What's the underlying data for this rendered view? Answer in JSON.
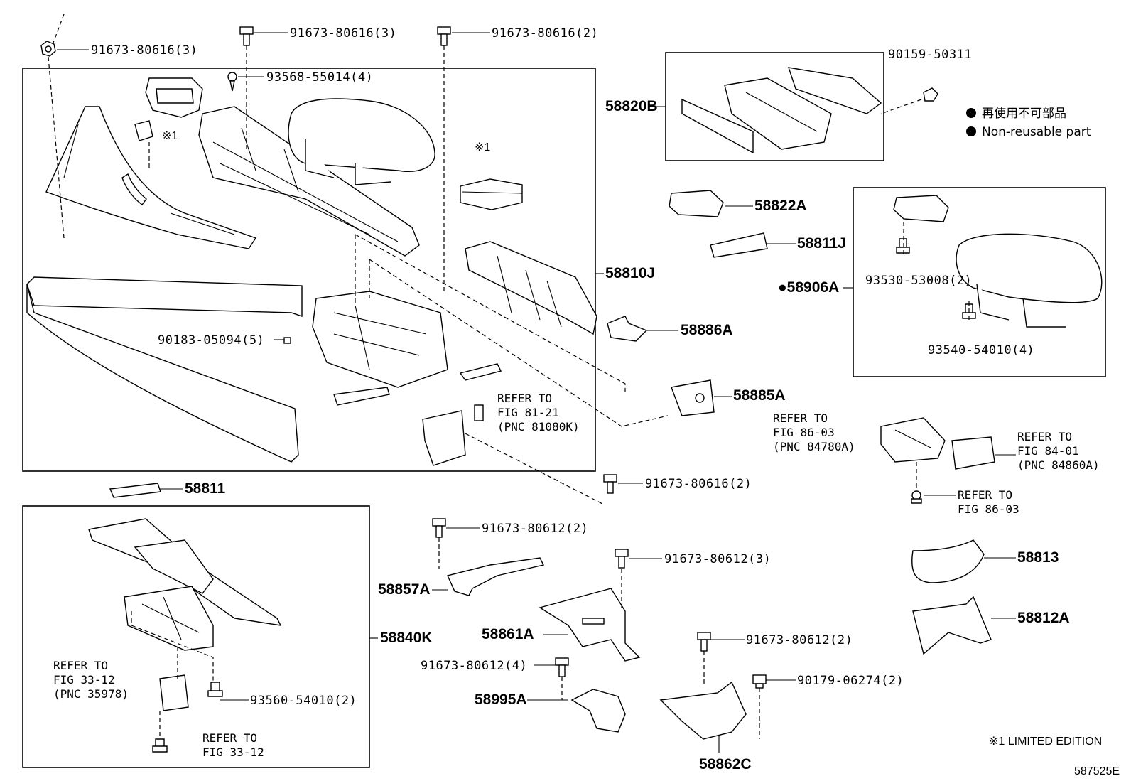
{
  "legend": {
    "jp_text": "再使用不可部品",
    "en_text": "Non-reusable part",
    "note": "※1 LIMITED EDITION",
    "figure_code": "587525E"
  },
  "symbols": {
    "star1_a": "※1",
    "star1_b": "※1"
  },
  "labels": {
    "p_91673_80616_3a": "91673-80616(3)",
    "p_91673_80616_3b": "91673-80616(3)",
    "p_91673_80616_2a": "91673-80616(2)",
    "p_93568_55014_4": "93568-55014(4)",
    "p_90159_50311": "90159-50311",
    "p_58820B": "58820B",
    "p_58822A": "58822A",
    "p_58811J": "58811J",
    "p_58906A": "●58906A",
    "p_93530_53008_2": "93530-53008(2)",
    "p_93540_54010_4": "93540-54010(4)",
    "p_58810J": "58810J",
    "p_58886A": "58886A",
    "p_90183_05094_5": "90183-05094(5)",
    "p_58885A": "58885A",
    "p_58811": "58811",
    "p_91673_80616_2b": "91673-80616(2)",
    "p_91673_80612_2a": "91673-80612(2)",
    "p_58857A": "58857A",
    "p_91673_80612_3": "91673-80612(3)",
    "p_58861A": "58861A",
    "p_58840K": "58840K",
    "p_91673_80612_4": "91673-80612(4)",
    "p_58995A": "58995A",
    "p_91673_80612_2b": "91673-80612(2)",
    "p_90179_06274_2": "90179-06274(2)",
    "p_58862C": "58862C",
    "p_93560_54010_2": "93560-54010(2)",
    "p_58813": "58813",
    "p_58812A": "58812A"
  },
  "refs": {
    "fig_81_21": [
      "REFER TO",
      "FIG 81-21",
      "(PNC 81080K)"
    ],
    "fig_86_03_a": [
      "REFER TO",
      "FIG 86-03",
      "(PNC 84780A)"
    ],
    "fig_84_01": [
      "REFER TO",
      "FIG 84-01",
      "(PNC 84860A)"
    ],
    "fig_86_03_b": [
      "REFER TO",
      "FIG 86-03"
    ],
    "fig_33_12_a": [
      "REFER TO",
      "FIG 33-12",
      "(PNC 35978)"
    ],
    "fig_33_12_b": [
      "REFER TO",
      "FIG 33-12"
    ]
  }
}
